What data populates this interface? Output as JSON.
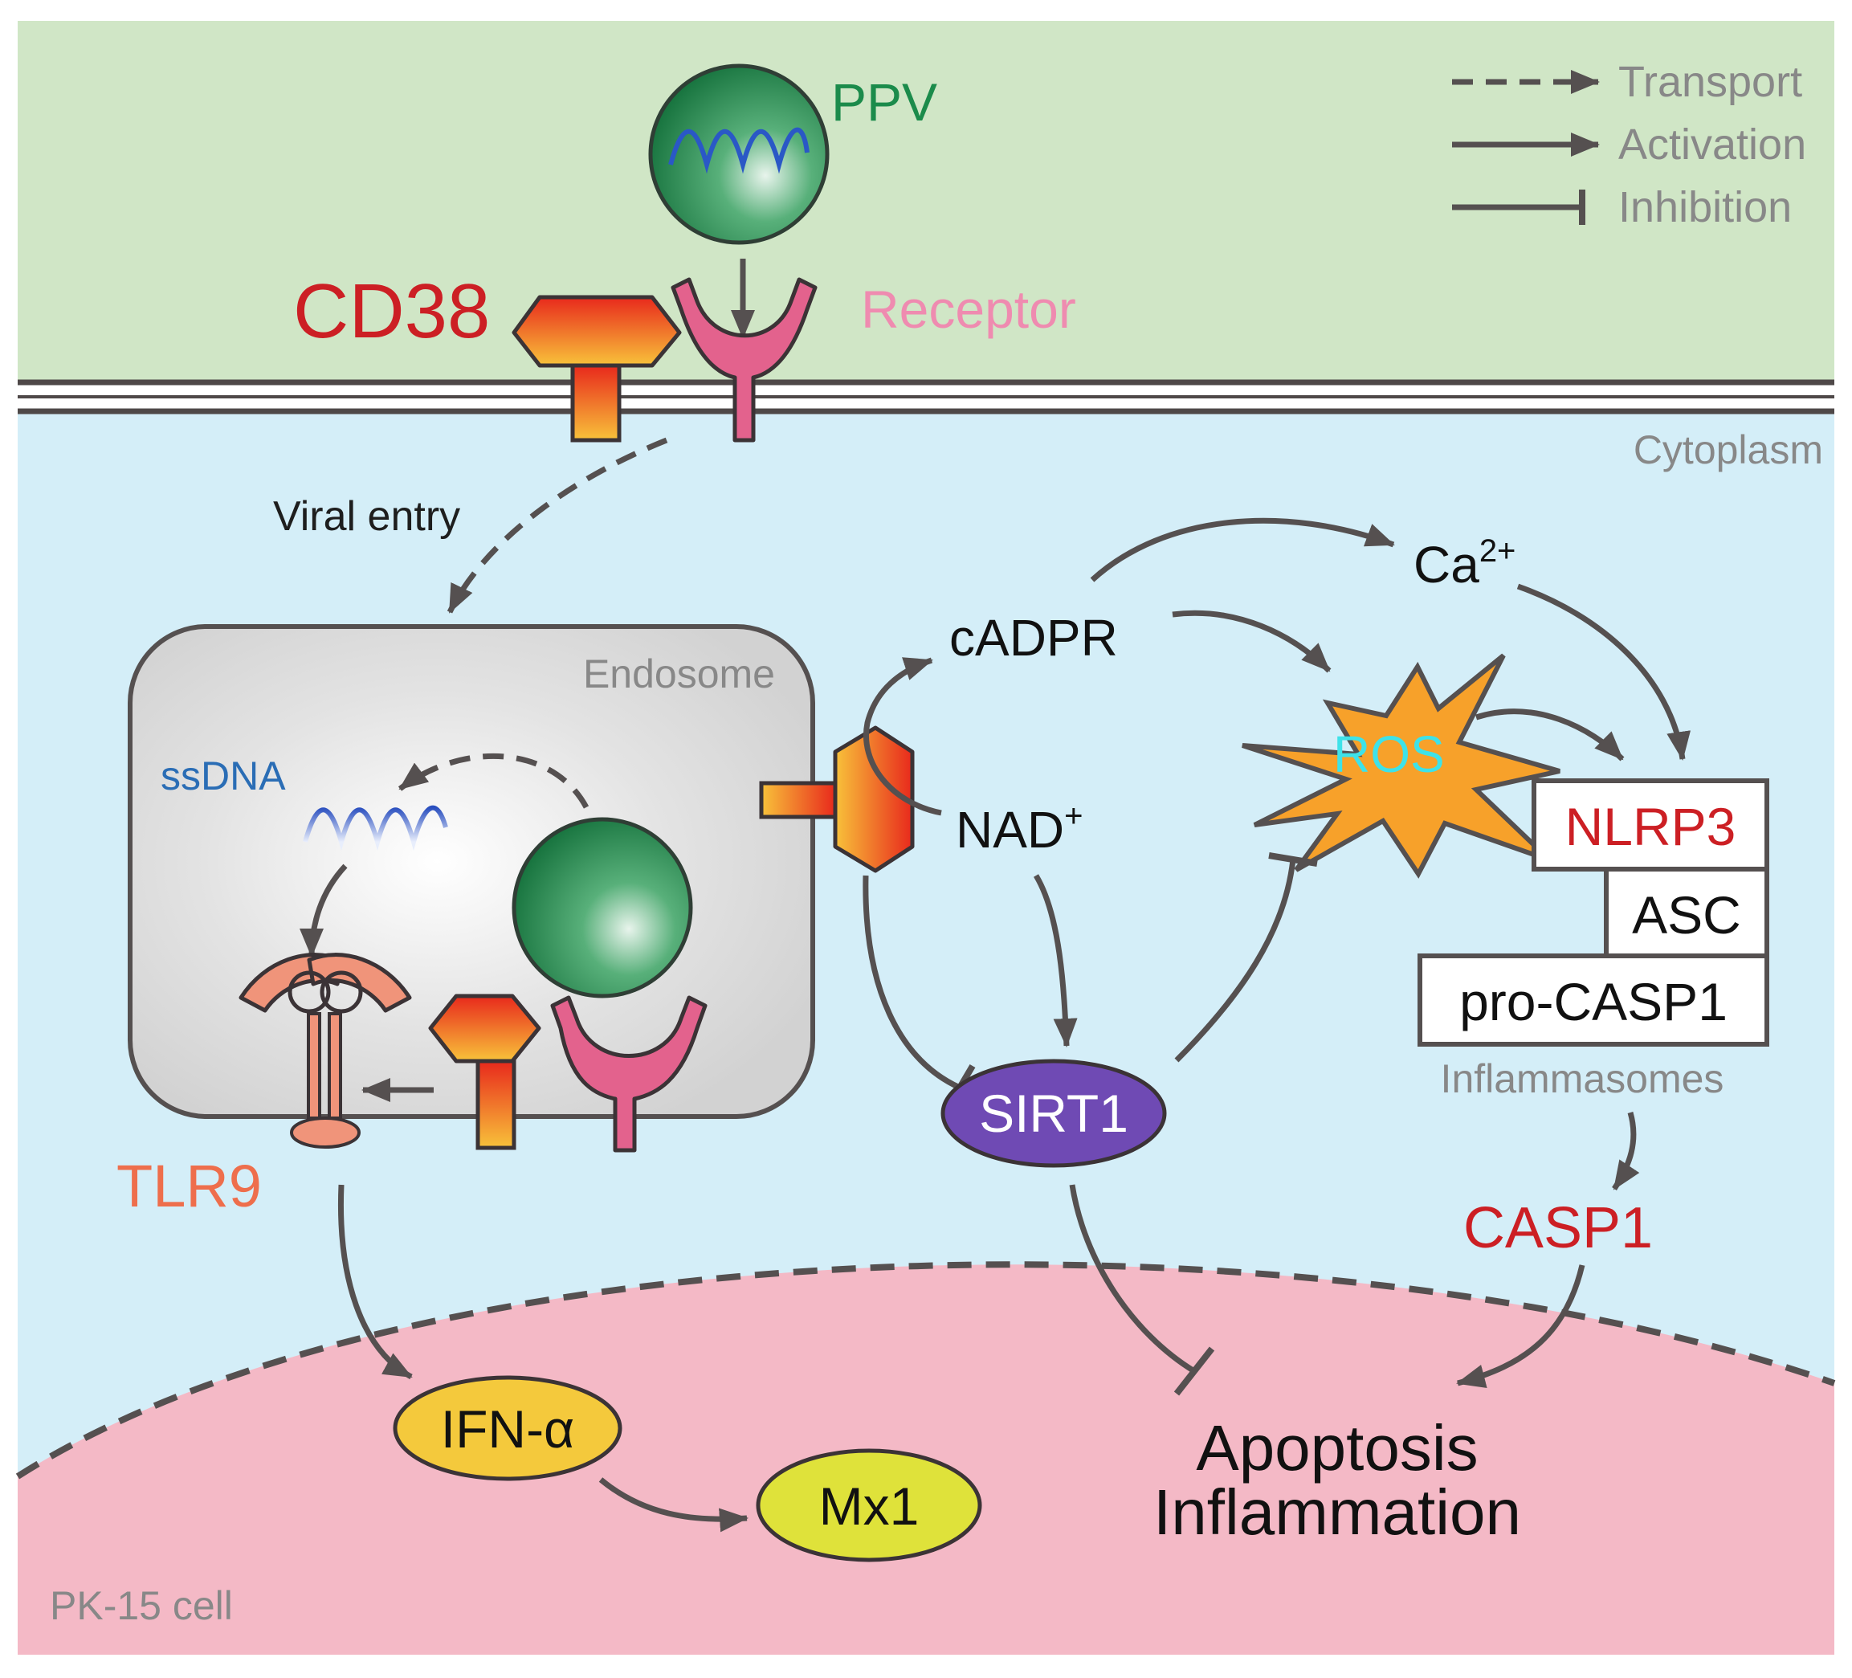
{
  "labels": {
    "ppv": "PPV",
    "receptor": "Receptor",
    "cd38": "CD38",
    "cytoplasm": "Cytoplasm",
    "viral_entry": "Viral entry",
    "endosome": "Endosome",
    "ssdna": "ssDNA",
    "tlr9": "TLR9",
    "cadpr": "cADPR",
    "nad": "NAD",
    "nad_sup": "+",
    "ca": "Ca",
    "ca_sup": "2+",
    "ros": "ROS",
    "sirt1": "SIRT1",
    "inflammasomes": "Inflammasomes",
    "casp1": "CASP1",
    "ifn": "IFN-α",
    "mx1": "Mx1",
    "apoptosis": "Apoptosis",
    "inflammation": "Inflammation",
    "cell": "PK-15 cell"
  },
  "inflammasome": [
    "NLRP3",
    "ASC",
    "pro-CASP1"
  ],
  "legend": {
    "transport": "Transport",
    "activation": "Activation",
    "inhibition": "Inhibition"
  },
  "colors": {
    "extracellular": "#d0e6c6",
    "cytoplasm": "#d4eef8",
    "nucleus": "#f4b9c6",
    "arrow": "#555050",
    "cd38_red": "#cc1f24",
    "ppv_green": "#1b8b4b",
    "receptor_pink": "#ef8bb0",
    "ssdna_blue": "#2a6db5",
    "tlr9_orange": "#ee6e4c",
    "ros_cyan": "#3ee2e9",
    "sirt1_purple": "#6f4ab4",
    "ifn_yellow": "#f4c93c",
    "mx1_yellow": "#dfe23a",
    "label_grey": "#888888"
  }
}
